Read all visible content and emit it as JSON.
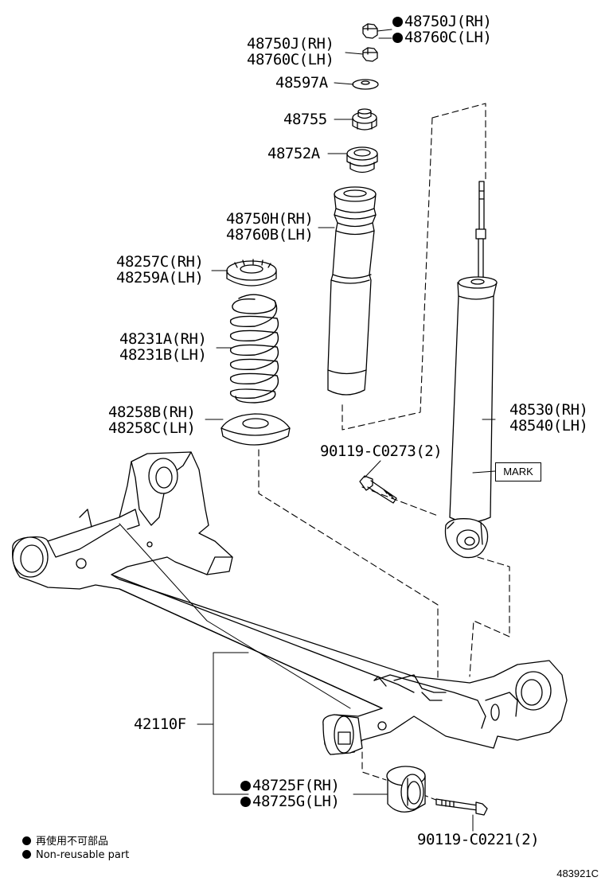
{
  "labels": {
    "nut_top": {
      "rh": "48750J(RH)",
      "lh": "48760C(LH)"
    },
    "nut_second": {
      "rh": "48750J(RH)",
      "lh": "48760C(LH)"
    },
    "washer": "48597A",
    "mount": "48755",
    "bushing": "48752A",
    "bound_stopper": {
      "rh": "48750H(RH)",
      "lh": "48760B(LH)"
    },
    "upper_insulator": {
      "rh": "48257C(RH)",
      "lh": "48259A(LH)"
    },
    "coil_spring": {
      "rh": "48231A(RH)",
      "lh": "48231B(LH)"
    },
    "lower_insulator": {
      "rh": "48258B(RH)",
      "lh": "48258C(LH)"
    },
    "shock_absorber": {
      "rh": "48530(RH)",
      "lh": "48540(LH)"
    },
    "upper_bolt": "90119-C0273(2)",
    "mark_box": "MARK",
    "axle_beam": "42110F",
    "axle_bushing": {
      "rh": "48725F(RH)",
      "lh": "48725G(LH)"
    },
    "lower_bolt": "90119-C0221(2)"
  },
  "legend": {
    "japanese": "再使用不可部品",
    "english": "Non-reusable part"
  },
  "diagram_code": "483921C"
}
